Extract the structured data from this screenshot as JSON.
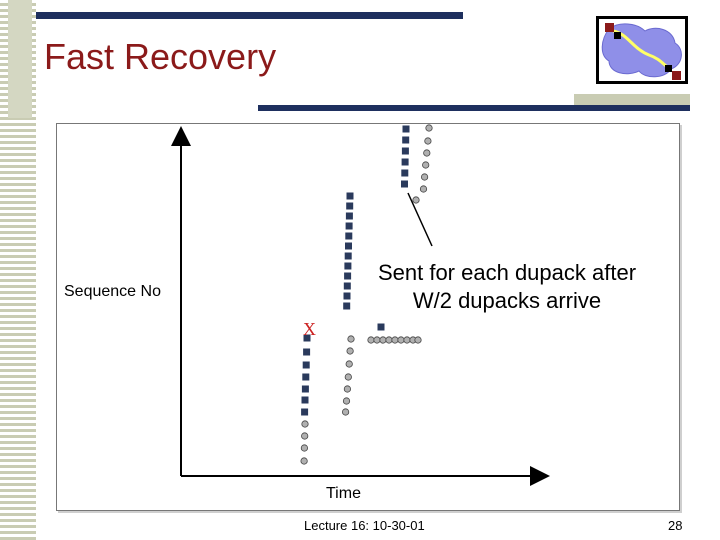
{
  "slide": {
    "title": "Fast Recovery",
    "footer": "Lecture 16: 10-30-01",
    "page_number": "28"
  },
  "diagram": {
    "y_axis_label": "Sequence No",
    "x_axis_label": "Time",
    "annotation": "Sent for each dupack after W/2 dupacks arrive",
    "loss_marker": "X",
    "colors": {
      "packet": "#2a3a5c",
      "ack": "#b0b0b0",
      "loss": "#cc2222",
      "title": "#8b1a1a",
      "accent_bar": "#1e2f5e"
    }
  }
}
